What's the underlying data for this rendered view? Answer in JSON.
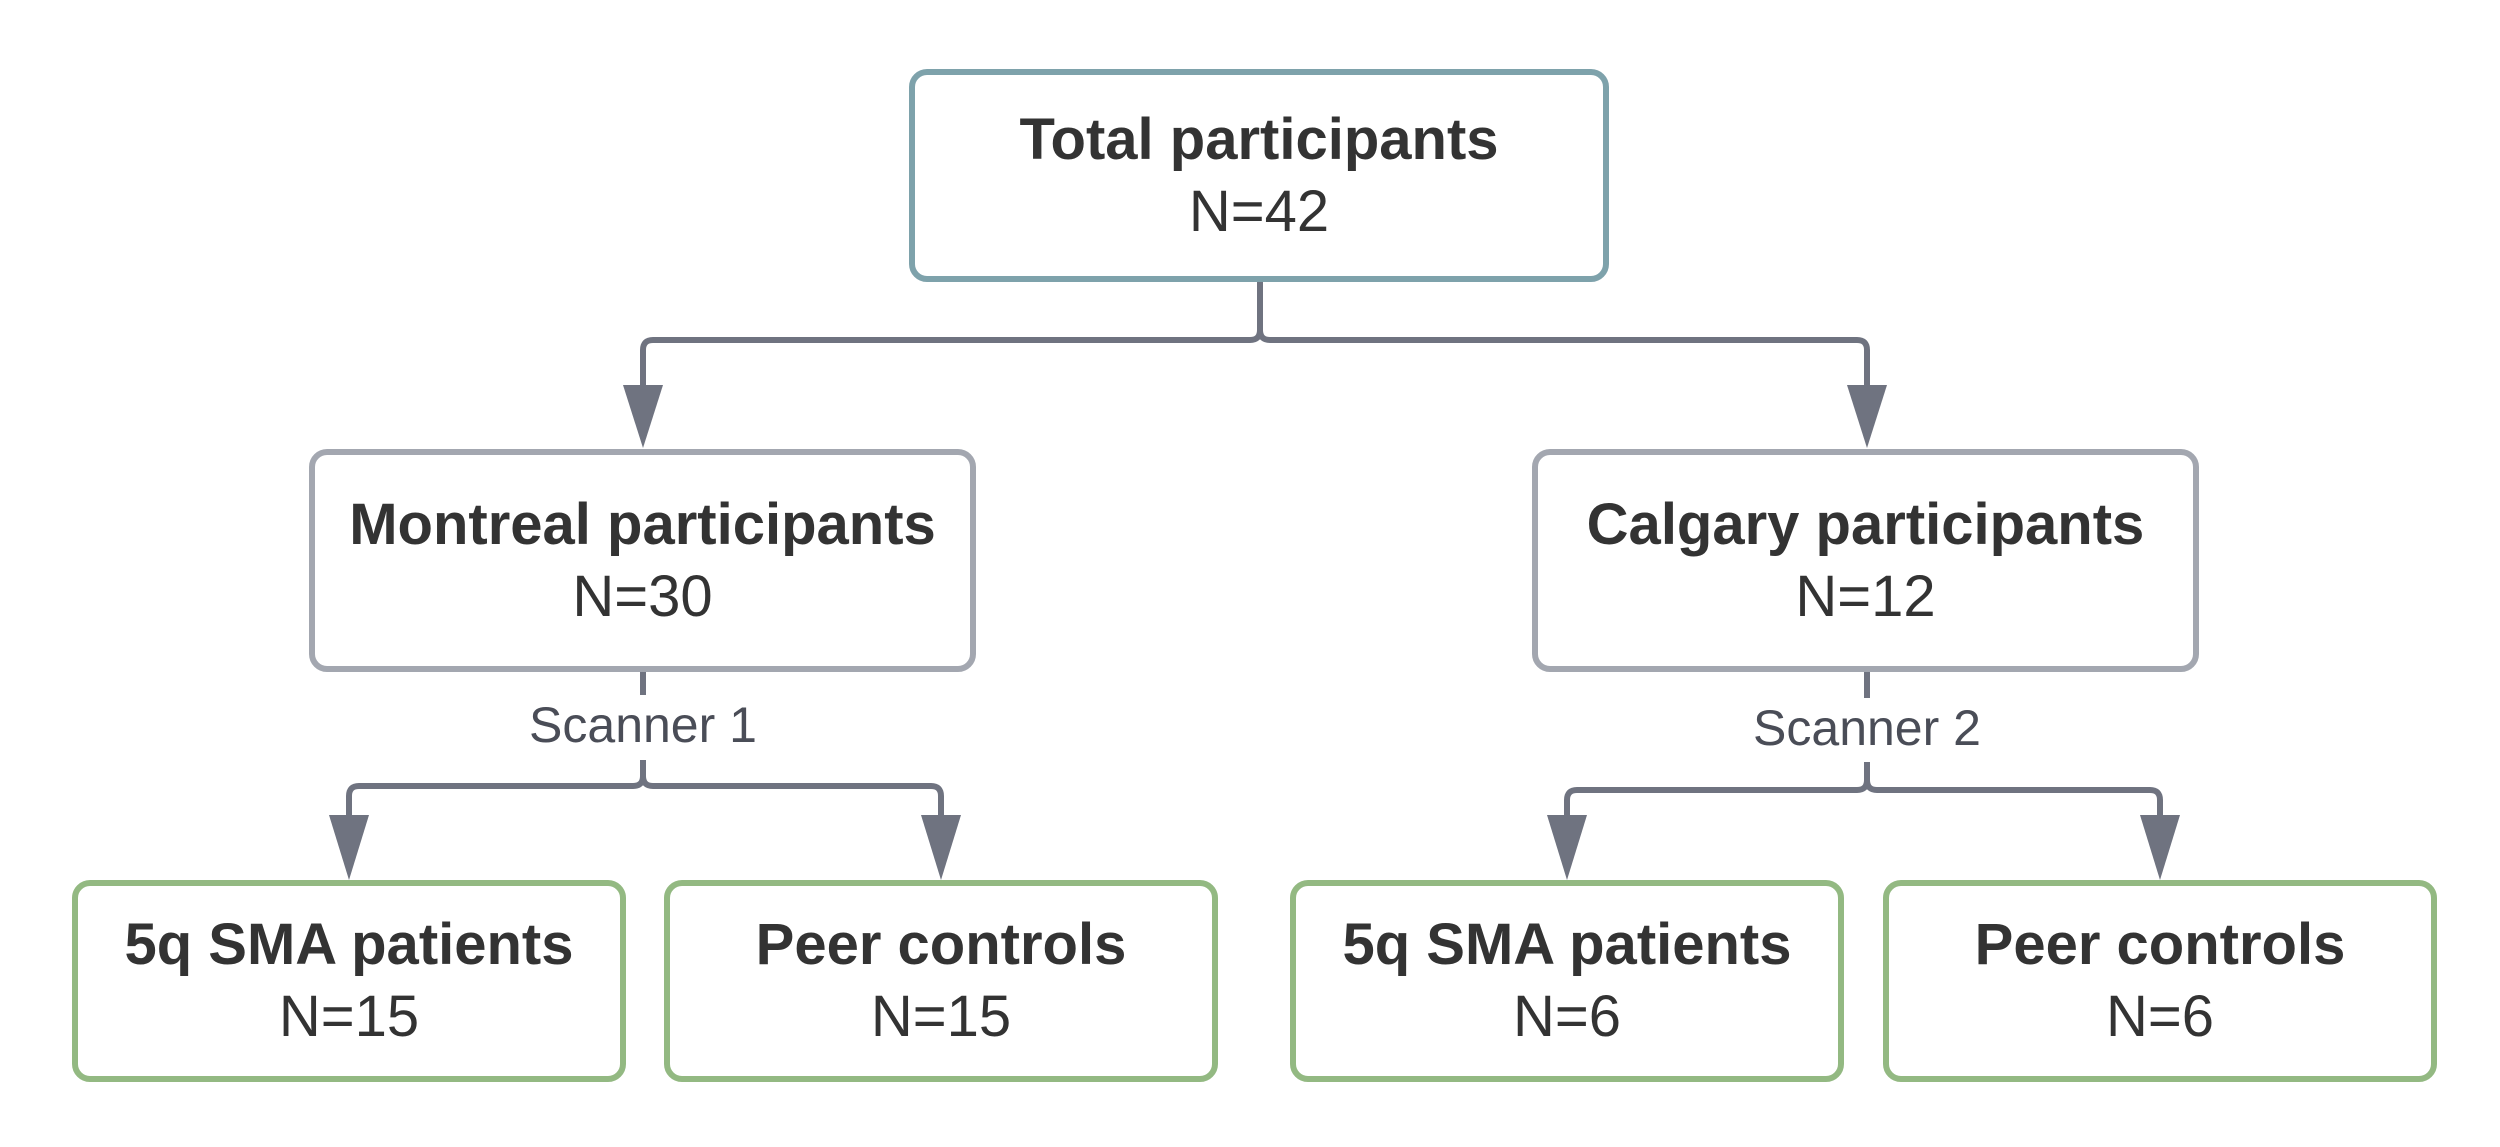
{
  "colors": {
    "root_border": "#7ea2ab",
    "site_border": "#a3a7b0",
    "group_border": "#93b982",
    "connector": "#6f7380",
    "text": "#333333"
  },
  "root": {
    "title": "Total participants",
    "count": "N=42"
  },
  "sites": [
    {
      "title": "Montreal participants",
      "count": "N=30",
      "scanner_label": "Scanner 1",
      "groups": [
        {
          "title": "5q SMA patients",
          "count": "N=15"
        },
        {
          "title": "Peer controls",
          "count": "N=15"
        }
      ]
    },
    {
      "title": "Calgary participants",
      "count": "N=12",
      "scanner_label": "Scanner 2",
      "groups": [
        {
          "title": "5q SMA patients",
          "count": "N=6"
        },
        {
          "title": "Peer controls",
          "count": "N=6"
        }
      ]
    }
  ]
}
